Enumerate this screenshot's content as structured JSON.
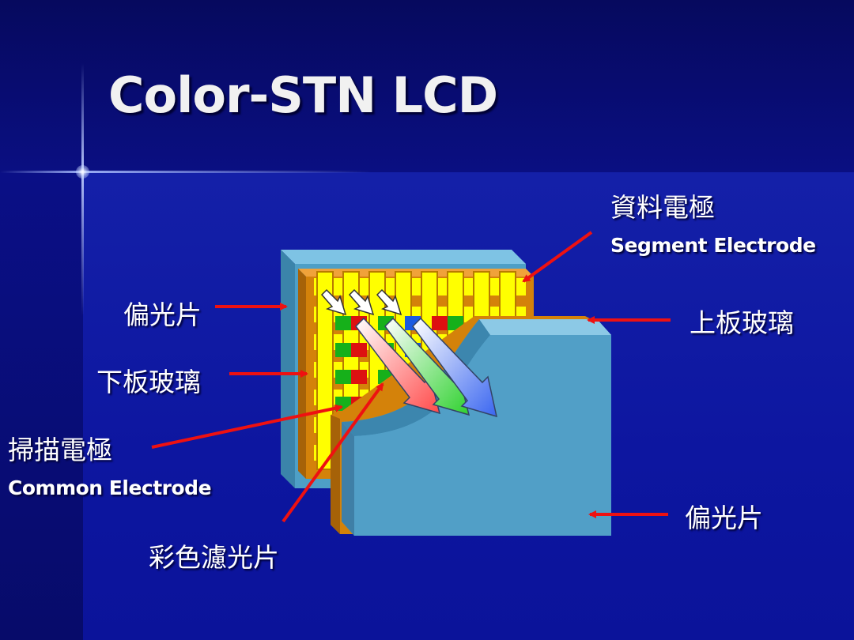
{
  "slide": {
    "title": "Color-STN LCD",
    "labels": {
      "segment_zh": "資料電極",
      "segment_en": "Segment Electrode",
      "upper_glass": "上板玻璃",
      "polarizer_left": "偏光片",
      "lower_glass": "下板玻璃",
      "common_zh": "掃描電極",
      "common_en": "Common Electrode",
      "color_filter": "彩色濾光片",
      "polarizer_right": "偏光片"
    }
  },
  "colors": {
    "background": "#0a108e",
    "polarizer": "#4e9fc6",
    "glass": "#d4820a",
    "electrode": "#ffff00",
    "arrow": "#ee1111",
    "filter_red": "#dd1111",
    "filter_green": "#16b01a",
    "filter_blue": "#1b5be0"
  }
}
